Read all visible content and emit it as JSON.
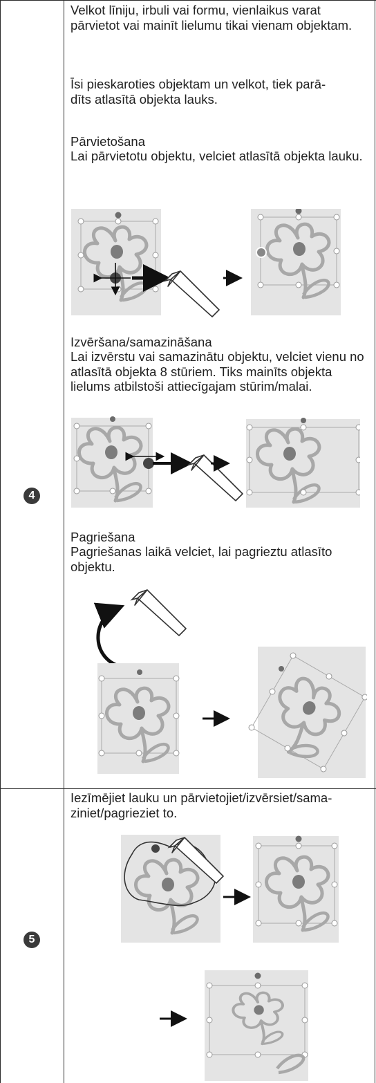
{
  "step4": {
    "number": "4",
    "intro": "Velkot līniju, irbuli vai formu, vienlaikus varat pārvietot vai mainīt lielumu tikai vienam objektam.",
    "touch": "Īsi pieskaroties objektam un velkot, tiek parā-\ndīts atlasītā objekta lauks.",
    "move_heading": "Pārvietošana",
    "move_text": "Lai pārvietotu objektu, velciet atlasītā objekta lauku.",
    "resize_heading": "Izvēršana/samazināšana",
    "resize_text": "Lai izvērstu vai samazinātu objektu, velciet vienu no atlasītā objekta 8 stūriem. Tiks mainīts objekta lielums atbilstoši attiecīgajam stūrim/malai.",
    "rotate_heading": "Pagriešana",
    "rotate_text": "Pagriešanas laikā velciet, lai pagrieztu atlasīto objektu."
  },
  "step5": {
    "number": "5",
    "text": "Iezīmējiet lauku un pārvietojiet/izvērsiet/sama-\nziniet/pagrieziet to."
  }
}
